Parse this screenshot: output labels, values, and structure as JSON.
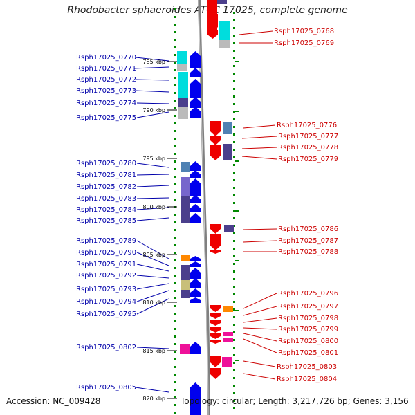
{
  "title": "Rhodobacter sphaeroides ATCC 17025, complete genome",
  "footer": {
    "accession": "Accession: NC_009428",
    "topology": "Topology: circular; Length: 3,217,726 bp; Genes: 3,156"
  },
  "colors": {
    "left_label": "#0000aa",
    "right_label": "#cc0000",
    "forward_arrow": "#0000ee",
    "reverse_arrow": "#ee0000",
    "backbone": "#808080",
    "tick": "#008800",
    "cyan": "#00dddd",
    "steel_blue": "#4f81b3",
    "slate": "#4b3f8c",
    "lavender": "#7766cc",
    "gray": "#bbbbbb",
    "orange": "#ff8800",
    "magenta": "#ee1199",
    "khaki": "#c8bf7a"
  },
  "kbp_marks": [
    "785 kbp",
    "790 kbp",
    "795 kbp",
    "800 kbp",
    "805 kbp",
    "810 kbp",
    "815 kbp",
    "820 kbp"
  ],
  "left_genes": [
    "Rsph17025_0770",
    "Rsph17025_0771",
    "Rsph17025_0772",
    "Rsph17025_0773",
    "Rsph17025_0774",
    "Rsph17025_0775",
    "Rsph17025_0780",
    "Rsph17025_0781",
    "Rsph17025_0782",
    "Rsph17025_0783",
    "Rsph17025_0784",
    "Rsph17025_0785",
    "Rsph17025_0789",
    "Rsph17025_0790",
    "Rsph17025_0791",
    "Rsph17025_0792",
    "Rsph17025_0793",
    "Rsph17025_0794",
    "Rsph17025_0795",
    "Rsph17025_0802",
    "Rsph17025_0805"
  ],
  "right_genes": [
    "Rsph17025_0768",
    "Rsph17025_0769",
    "Rsph17025_0776",
    "Rsph17025_0777",
    "Rsph17025_0778",
    "Rsph17025_0779",
    "Rsph17025_0786",
    "Rsph17025_0787",
    "Rsph17025_0788",
    "Rsph17025_0796",
    "Rsph17025_0797",
    "Rsph17025_0798",
    "Rsph17025_0799",
    "Rsph17025_0800",
    "Rsph17025_0801",
    "Rsph17025_0803",
    "Rsph17025_0804"
  ]
}
